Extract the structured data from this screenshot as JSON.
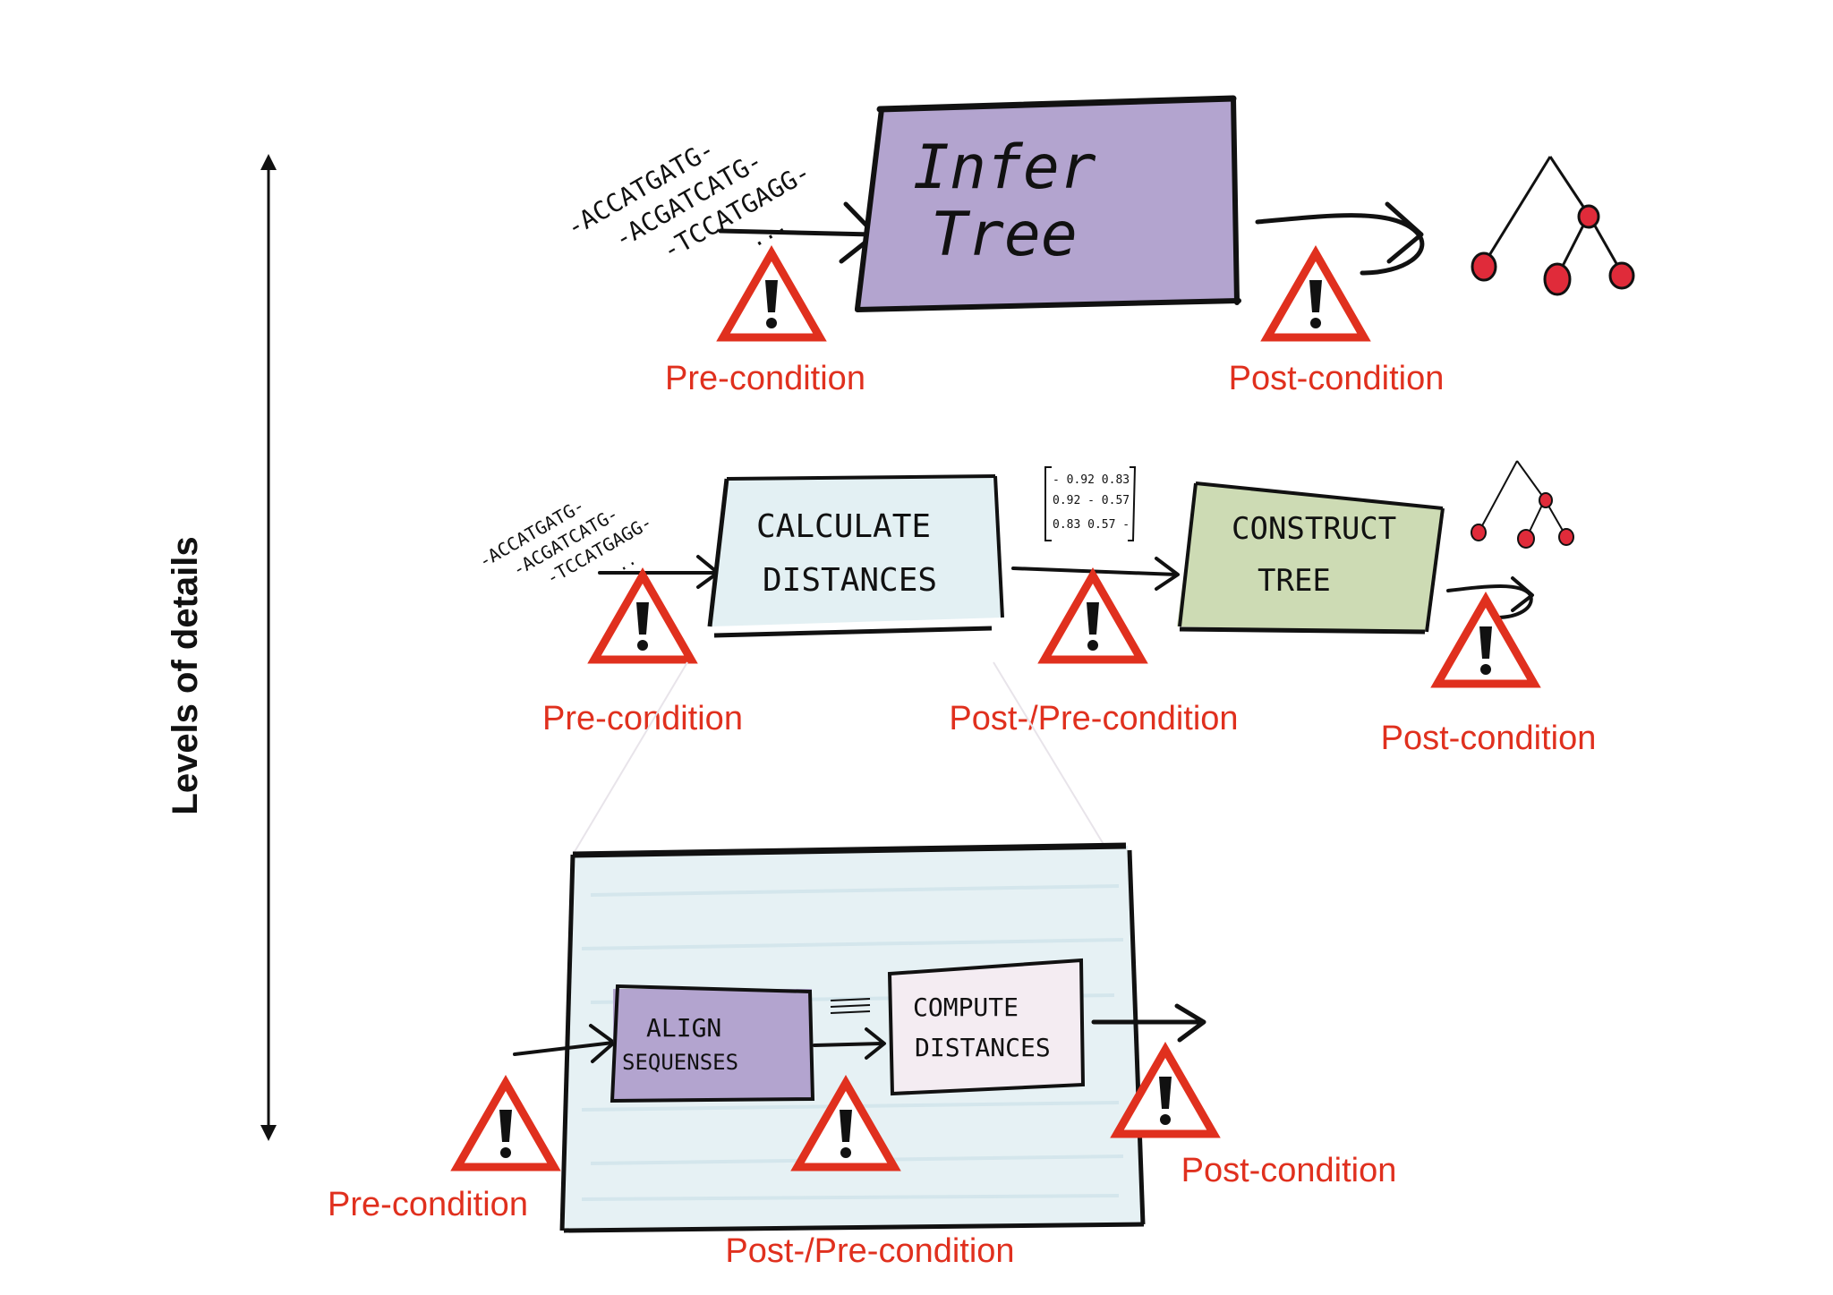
{
  "axis": {
    "label": "Levels of details"
  },
  "sequences": [
    "-ACCATGATG-",
    "-ACGATCATG-",
    "-TCCATGAGG-",
    "..."
  ],
  "level1": {
    "box_label": [
      "Infer",
      "Tree"
    ],
    "pre_label": "Pre-condition",
    "post_label": "Post-condition"
  },
  "level2": {
    "calc_label": [
      "CALCULATE",
      "DISTANCES"
    ],
    "construct_label": [
      "CONSTRUCT",
      "TREE"
    ],
    "matrix": [
      "- 0.92 0.83",
      "0.92  -  0.57",
      "0.83 0.57 -"
    ],
    "pre_label": "Pre-condition",
    "mid_label": "Post-/Pre-condition",
    "post_label": "Post-condition"
  },
  "level3": {
    "align_label": [
      "ALIGN",
      "SEQUENSES"
    ],
    "compute_label": [
      "COMPUTE",
      "DISTANCES"
    ],
    "pre_label": "Pre-condition",
    "mid_label": "Post-/Pre-condition",
    "post_label": "Post-condition"
  },
  "colors": {
    "warning_red": "#e0301e",
    "infer_fill": "#b3a4cf",
    "calc_fill": "#e3f0f3",
    "construct_fill": "#cddbb4",
    "align_fill": "#b3a4cf",
    "compute_fill": "#f4ecf2",
    "tree_node": "#e02b3a"
  }
}
